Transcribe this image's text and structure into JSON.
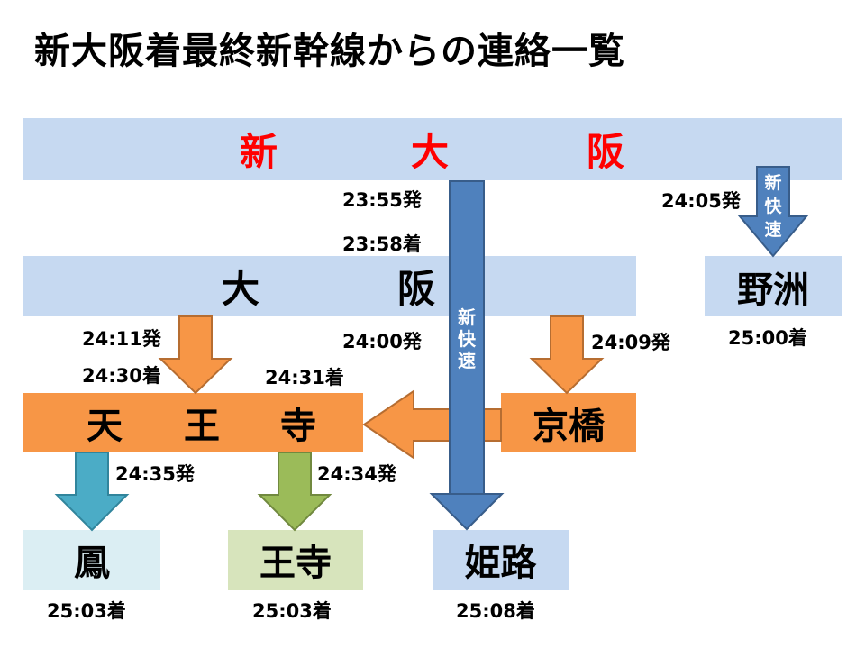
{
  "title": "新大阪着最終新幹線からの連絡一覧",
  "stations": {
    "shin_osaka": [
      "新",
      "大",
      "阪"
    ],
    "osaka": [
      "大",
      "阪"
    ],
    "nosu": "野洲",
    "tennoji": [
      "天",
      "王",
      "寺"
    ],
    "kyobashi": "京橋",
    "otori": "鳳",
    "oji": "王寺",
    "himeji": "姫路"
  },
  "service_labels": {
    "himeji_line": [
      "新",
      "快",
      "速"
    ],
    "nosu_line": [
      "新",
      "快",
      "速"
    ]
  },
  "times": {
    "shin_osaka_dep": "23:55発",
    "osaka_arr": "23:58着",
    "osaka_dep_himeji": "24:00発",
    "shin_osaka_dep_nosu": "24:05発",
    "nosu_arr": "25:00着",
    "osaka_dep_tennoji": "24:11発",
    "tennoji_arr_from_osaka": "24:30着",
    "tennoji_arr_from_kyobashi": "24:31着",
    "kyobashi_dep": "24:09発",
    "tennoji_dep_otori": "24:35発",
    "tennoji_dep_oji": "24:34発",
    "otori_arr": "25:03着",
    "oji_arr": "25:03着",
    "himeji_arr": "25:08着"
  },
  "colors": {
    "shin_osaka_text": "#ff0000",
    "station_light_blue": "#c6d9f1",
    "orange": "#f79646",
    "blue_line": "#4f81bd",
    "teal": "#4bacc6",
    "green": "#9bbb59",
    "otori_box": "#dbeef3",
    "oji_box": "#d7e4bc",
    "himeji_box": "#c6d9f1"
  }
}
